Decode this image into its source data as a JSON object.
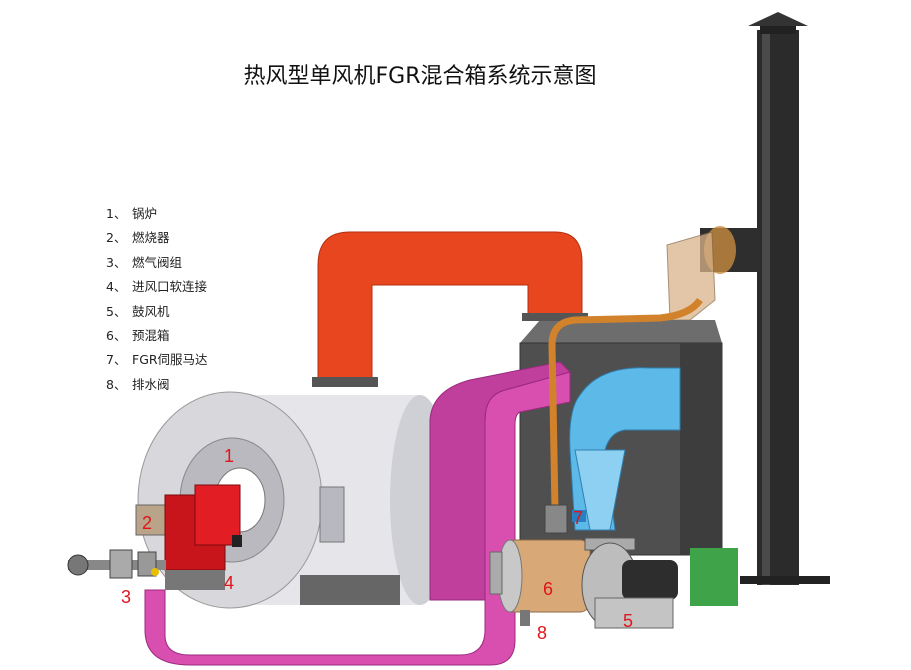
{
  "title": "热风型单风机FGR混合箱系统示意图",
  "legend": [
    {
      "num": "1、",
      "text": "锅炉"
    },
    {
      "num": "2、",
      "text": "燃烧器"
    },
    {
      "num": "3、",
      "text": "燃气阀组"
    },
    {
      "num": "4、",
      "text": "进风口软连接"
    },
    {
      "num": "5、",
      "text": "鼓风机"
    },
    {
      "num": "6、",
      "text": "预混箱"
    },
    {
      "num": "7、",
      "text": "FGR伺服马达"
    },
    {
      "num": "8、",
      "text": "排水阀"
    }
  ],
  "callouts": [
    "1",
    "2",
    "3",
    "4",
    "5",
    "6",
    "7",
    "8"
  ],
  "colors": {
    "hot_duct": "#e8461e",
    "cold_duct": "#d94fb0",
    "cyclone": "#5db9e8",
    "label": "#e0141a",
    "base": "#3fa34a"
  }
}
